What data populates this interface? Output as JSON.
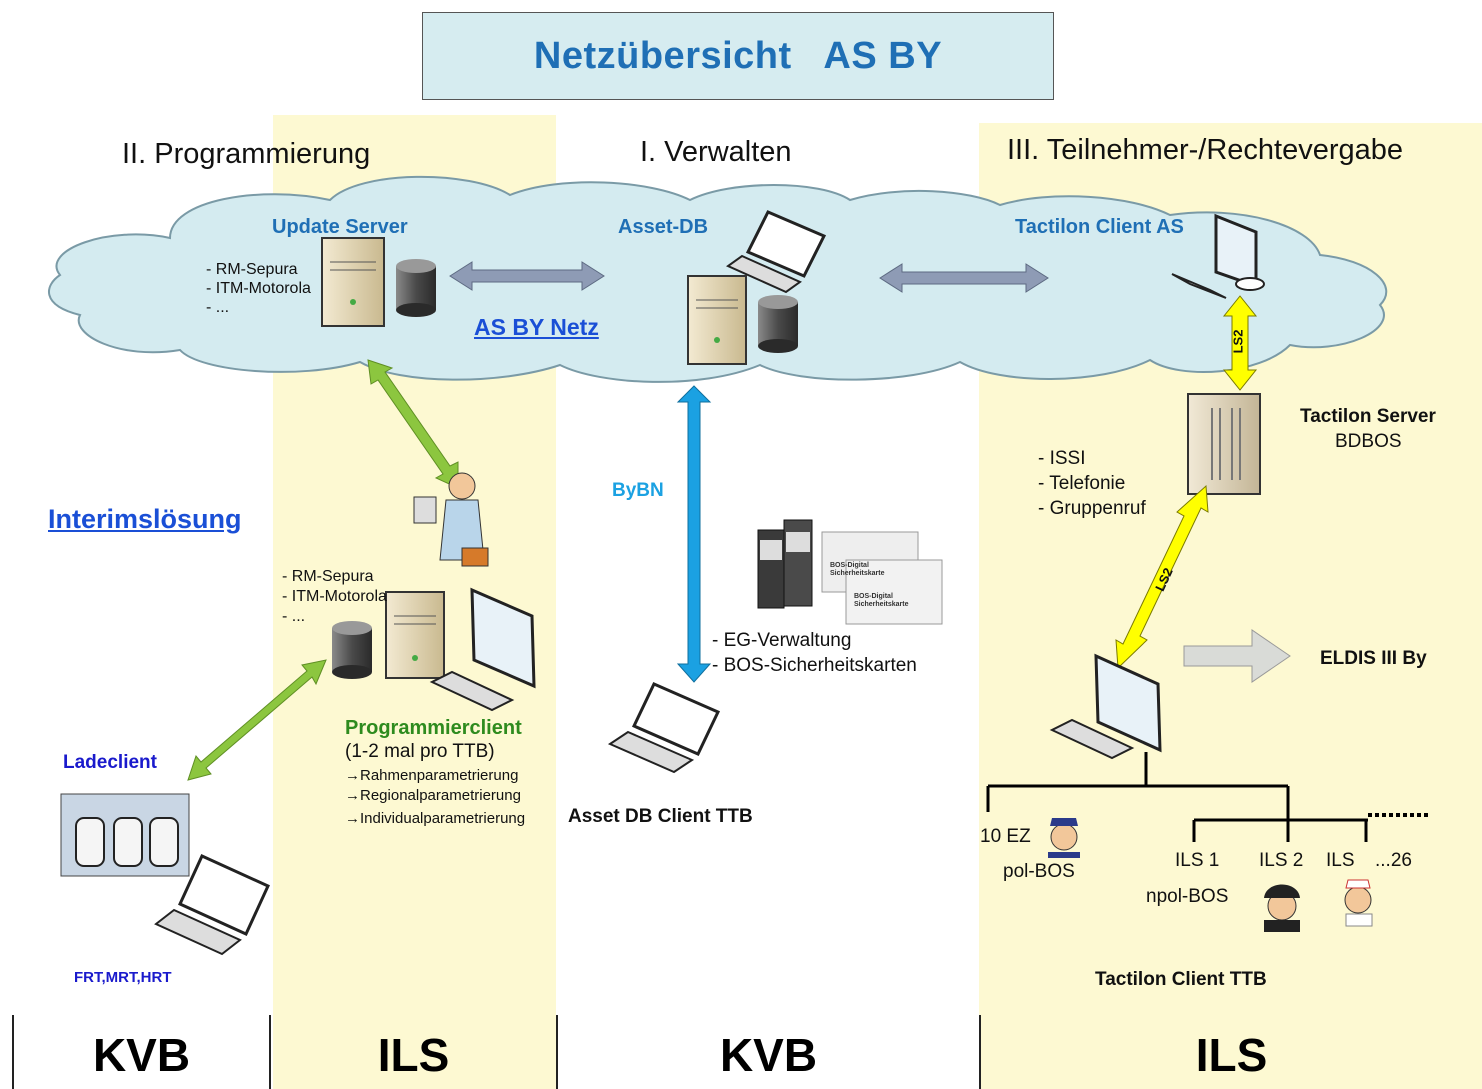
{
  "title": "Netzübersicht   AS BY",
  "sections": {
    "programmierung": "II. Programmierung",
    "verwalten": "I. Verwalten",
    "teilnehmer": "III. Teilnehmer-/Rechtevergabe"
  },
  "cloud": {
    "update_server": "Update Server",
    "update_list": [
      "- RM-Sepura",
      "- ITM-Motorola",
      "- ..."
    ],
    "asset_db": "Asset-DB",
    "network_link": "AS BY Netz",
    "tactilon_client_as": "Tactilon Client AS"
  },
  "interim_link": "Interimslösung",
  "programmierclient": {
    "list": [
      "- RM-Sepura",
      "- ITM-Motorola",
      "- ..."
    ],
    "title": "Programmierclient",
    "frequency": "(1-2 mal pro TTB)",
    "steps": [
      "→Rahmenparametrierung",
      "→Regionalparametrierung",
      "→Individualparametrierung"
    ]
  },
  "ladeclient": {
    "title": "Ladeclient",
    "devices": "FRT,MRT,HRT"
  },
  "bybn": "ByBN",
  "asset_client": {
    "list": [
      "- EG-Verwaltung",
      "- BOS-Sicherheitskarten"
    ],
    "title": "Asset DB Client TTB",
    "card_title": "BOS-Digital",
    "card_subtitle": "Sicherheitskarte"
  },
  "tactilon_server": {
    "title": "Tactilon Server",
    "subtitle": "BDBOS",
    "features": [
      "- ISSI",
      "- Telefonie",
      "- Gruppenruf"
    ]
  },
  "ls2_label": "LS2",
  "eldis": "ELDIS III By",
  "tree": {
    "ez": "10 EZ",
    "pol_bos": "pol-BOS",
    "ils1": "ILS 1",
    "ils2": "ILS 2",
    "ils": "ILS",
    "ils_more": "...26",
    "npol_bos": "npol-BOS",
    "client_ttb": "Tactilon Client TTB"
  },
  "footer": [
    "KVB",
    "ILS",
    "KVB",
    "ILS"
  ],
  "colors": {
    "band": "#fdf9d2",
    "cloud": "#d4ebf0",
    "title_text": "#1f6fb5",
    "green_arrow": "#8cc63f",
    "blue_arrow": "#1ba1e2",
    "yellow_arrow": "#ffff00",
    "grey_arrow": "#8e9bb5",
    "programmierclient_text": "#2e8b1e",
    "ladeclient_text": "#1a1acc"
  }
}
